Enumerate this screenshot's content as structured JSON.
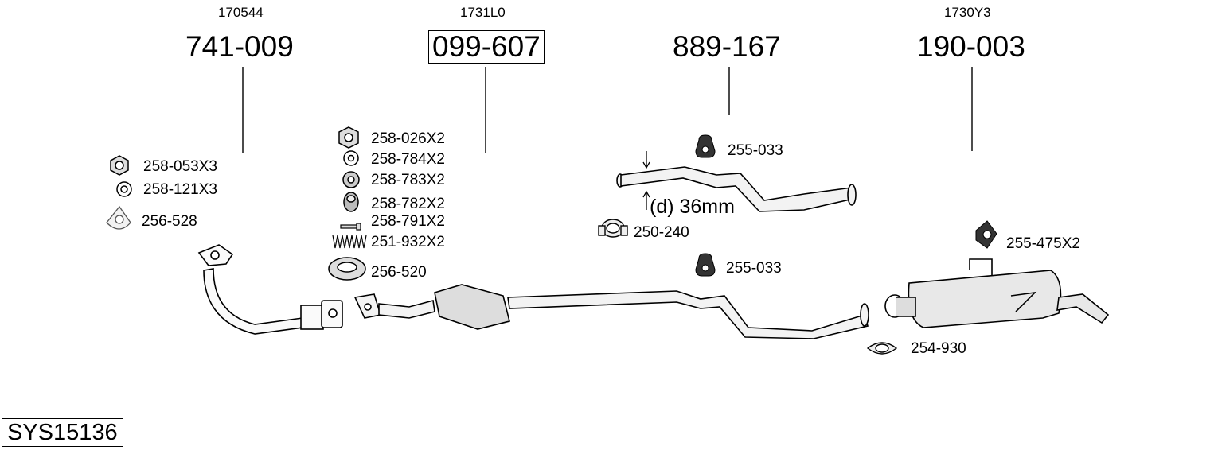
{
  "groups": [
    {
      "oem": "170544",
      "part_number": "741-009"
    },
    {
      "oem": "1731L0",
      "part_number": "099-607"
    },
    {
      "oem": "",
      "part_number": "889-167"
    },
    {
      "oem": "1730Y3",
      "part_number": "190-003"
    }
  ],
  "labels": {
    "l_258_053": "258-053X3",
    "l_258_121": "258-121X3",
    "l_256_528": "256-528",
    "l_258_026": "258-026X2",
    "l_258_784": "258-784X2",
    "l_258_783": "258-783X2",
    "l_258_782": "258-782X2",
    "l_258_791": "258-791X2",
    "l_251_932": "251-932X2",
    "l_256_520": "256-520",
    "l_255_033_a": "255-033",
    "diameter": "(d) 36mm",
    "l_250_240": "250-240",
    "l_255_033_b": "255-033",
    "l_255_475": "255-475X2",
    "l_254_930": "254-930"
  },
  "system_id": "SYS15136"
}
